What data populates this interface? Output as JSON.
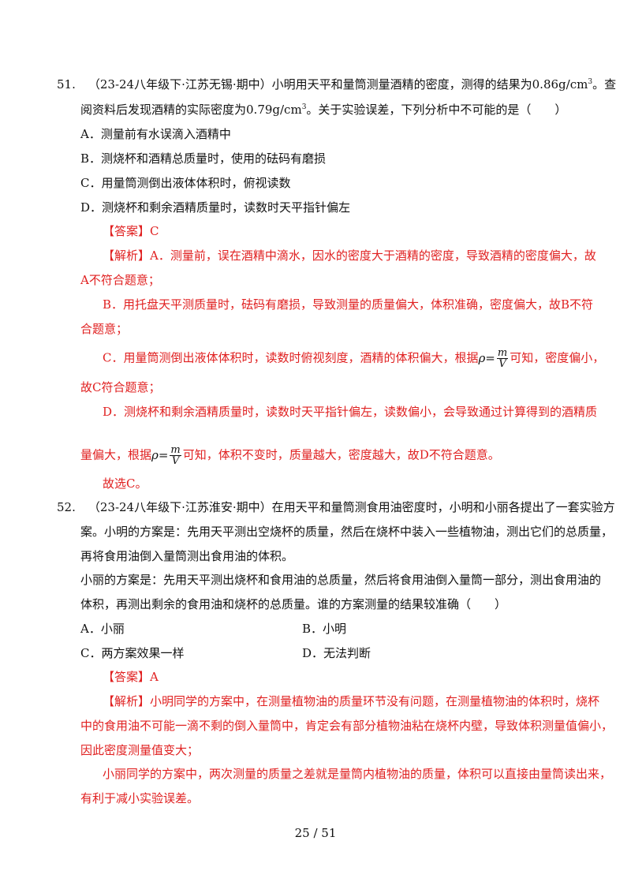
{
  "q51": {
    "number": "51.",
    "source": "（23-24八年级下·江苏无锡·期中）",
    "stem1_a": "小明用天平和量筒测量酒精的密度，测得的结果为0.86g/cm",
    "stem1_sup": "3",
    "stem1_b": "。查",
    "stem2_a": "阅资料后发现酒精的实际密度为0.79g/cm",
    "stem2_sup": "3",
    "stem2_b": "。关于实验误差，下列分析中不可能的是（　　）",
    "options": [
      "A．测量前有水误滴入酒精中",
      "B．测烧杯和酒精总质量时，使用的砝码有磨损",
      "C．用量筒测倒出液体体积时，俯视读数",
      "D．测烧杯和剩余酒精质量时，读数时天平指针偏左"
    ],
    "answer": "【答案】C",
    "analysis": {
      "a1": "【解析】A．测量前，误在酒精中滴水，因水的密度大于酒精的密度，导致酒精的密度偏大，故",
      "a2": "A不符合题意；",
      "b1": "B．用托盘天平测质量时，砝码有磨损，导致测量的质量偏大，体积准确，密度偏大，故B不符",
      "b2": "合题意；",
      "c1_a": "C．用量筒测倒出液体体积时，读数时俯视刻度，酒精的体积偏大，根据",
      "c1_b": "可知，密度偏小，",
      "c2": "故C符合题意；",
      "d1": "D．测烧杯和剩余酒精质量时，读数时天平指针偏左，读数偏小，会导致通过计算得到的酒精质",
      "d2_a": "量偏大，根据",
      "d2_b": "可知，体积不变时，质量越大，密度越大，故D不符合题意。",
      "conclusion": "故选C。"
    },
    "formula": {
      "rho": "ρ=",
      "num": "m",
      "den": "V"
    }
  },
  "q52": {
    "number": "52.",
    "l1": "（23-24八年级下·江苏淮安·期中）在用天平和量筒测食用油密度时，小明和小丽各提出了一套实验方",
    "l2": "案。小明的方案是：先用天平测出空烧杯的质量，然后在烧杯中装入一些植物油，测出它们的总质量，",
    "l3": "再将食用油倒入量筒测出食用油的体积。",
    "l4": "小丽的方案是：先用天平测出烧杯和食用油的总质量，然后将食用油倒入量筒一部分，测出食用油的",
    "l5": "体积，再测出剩余的食用油和烧杯的总质量。谁的方案测量的结果较准确（　　）",
    "options": [
      "A．小丽",
      "B．小明",
      "C．两方案效果一样",
      "D．无法判断"
    ],
    "answer": "【答案】A",
    "analysis": {
      "l1": "【解析】小明同学的方案中，在测量植物油的质量环节没有问题，在测量植物油的体积时，烧杯",
      "l2": "中的食用油不可能一滴不剩的倒入量筒中，肯定会有部分植物油粘在烧杯内壁，导致体积测量值偏小，",
      "l3": "因此密度测量值变大；",
      "l4": "小丽同学的方案中，两次测量的质量之差就是量筒内植物油的质量，体积可以直接由量筒读出来，",
      "l5": "有利于减小实验误差。"
    }
  },
  "footer": {
    "page": "25 / 51"
  },
  "colors": {
    "answer": "#e02020",
    "text": "#111111"
  }
}
